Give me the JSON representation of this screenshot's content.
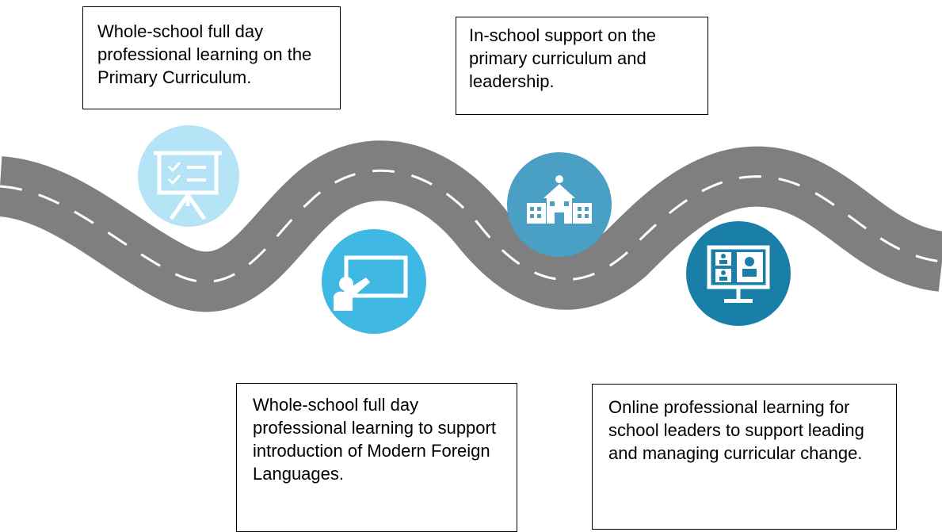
{
  "steps": [
    {
      "text": "Whole-school full day professional learning on the Primary Curriculum.",
      "icon": "presentation-board-icon",
      "color": "#b5e4f7"
    },
    {
      "text": "Whole-school full day professional learning to support introduction of Modern Foreign Languages.",
      "icon": "teacher-at-board-icon",
      "color": "#3fb8e3"
    },
    {
      "text": "In-school support on the primary curriculum and leadership.",
      "icon": "school-building-icon",
      "color": "#4a9fc4"
    },
    {
      "text": "Online professional learning for school leaders to support leading and managing curricular change.",
      "icon": "video-conference-icon",
      "color": "#1a7fa8"
    }
  ],
  "road": {
    "surface_color": "#7f7f7f",
    "line_color": "#ffffff"
  }
}
